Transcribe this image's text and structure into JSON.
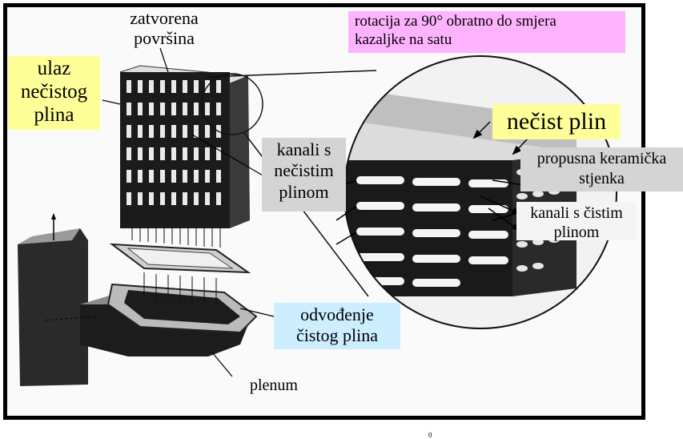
{
  "labels": {
    "closed_surface": [
      "zatvorena",
      "površina"
    ],
    "inlet": [
      "ulaz",
      "nečistog",
      "plina"
    ],
    "rotation": [
      "rotacija za 90° obratno do smjera",
      "kazaljke na satu"
    ],
    "dirty_gas": "nečist plin",
    "dirty_channels": [
      "kanali s",
      "nečistim",
      "plinom"
    ],
    "ceramic_wall": [
      "propusna keramička",
      "stjenka"
    ],
    "clean_channels": [
      "kanali s čistim",
      "plinom"
    ],
    "outlet": [
      "odvođenje",
      "čistog plina"
    ],
    "plenum": "plenum"
  },
  "footer_mark": "0",
  "colors": {
    "yellow": "#ffff99",
    "pink": "#ffb3ff",
    "gray_box": "#d4d4d4",
    "cyan": "#cceeff",
    "frame": "#000000"
  }
}
